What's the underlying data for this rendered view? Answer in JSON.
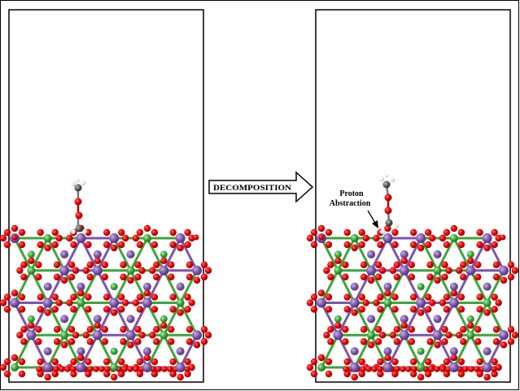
{
  "arrow": {
    "label": "DECOMPOSITION"
  },
  "annotation": {
    "line1": "Proton",
    "line2": "Abstraction"
  },
  "colors": {
    "oxygen": "#e00000",
    "oxygen_dark": "#a00000",
    "metal_purple": "#7b56a8",
    "metal_green": "#3aa63a",
    "carbon": "#555555",
    "hydrogen": "#f0f0f0",
    "frame": "#000000"
  },
  "icons": [
    "oxygen-atom",
    "metal-atom",
    "carbon-atom",
    "hydrogen-atom",
    "bond"
  ]
}
